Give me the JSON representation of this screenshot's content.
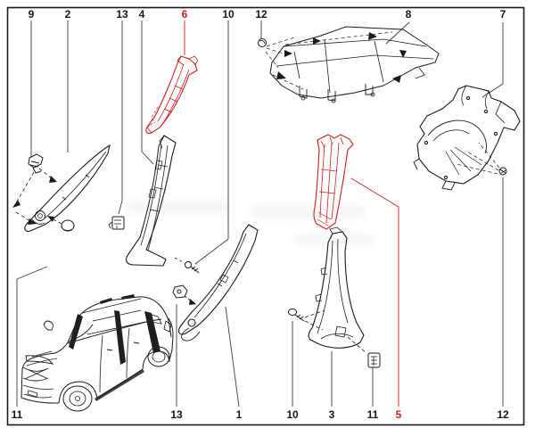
{
  "diagram": {
    "type": "exploded-parts-diagram",
    "subject": "car interior pillar trim panels",
    "colors": {
      "background": "#ffffff",
      "line": "#1a1a1a",
      "leader": "#3a3a3a",
      "highlight": "#cc2018"
    },
    "callouts": {
      "top": [
        {
          "label": "9",
          "highlight": false
        },
        {
          "label": "2",
          "highlight": false
        },
        {
          "label": "13",
          "highlight": false
        },
        {
          "label": "4",
          "highlight": false
        },
        {
          "label": "6",
          "highlight": true
        },
        {
          "label": "10",
          "highlight": false
        },
        {
          "label": "12",
          "highlight": false
        },
        {
          "label": "8",
          "highlight": false
        },
        {
          "label": "7",
          "highlight": false
        }
      ],
      "bottom": [
        {
          "label": "11",
          "highlight": false
        },
        {
          "label": "13",
          "highlight": false
        },
        {
          "label": "1",
          "highlight": false
        },
        {
          "label": "10",
          "highlight": false
        },
        {
          "label": "3",
          "highlight": false
        },
        {
          "label": "11",
          "highlight": false
        },
        {
          "label": "5",
          "highlight": true
        },
        {
          "label": "12",
          "highlight": false
        }
      ]
    }
  }
}
